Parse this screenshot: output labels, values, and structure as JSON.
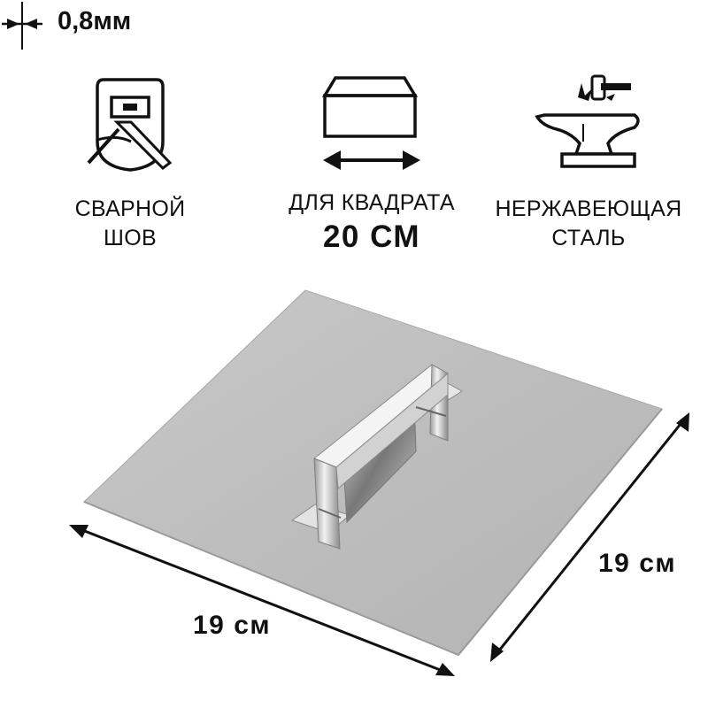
{
  "features": {
    "weld": {
      "icon": "welding-mask-icon",
      "line1": "СВАРНОЙ",
      "line2": "ШОВ"
    },
    "square": {
      "icon": "box-with-arrow-icon",
      "line1": "ДЛЯ КВАДРАТА",
      "line2": "20 СМ"
    },
    "steel": {
      "icon": "anvil-hammer-icon",
      "line1": "НЕРЖАВЕЮЩАЯ",
      "line2": "СТАЛЬ"
    }
  },
  "dimensions": {
    "thickness": "0,8мм",
    "width": "19 см",
    "depth": "19 см"
  }
}
